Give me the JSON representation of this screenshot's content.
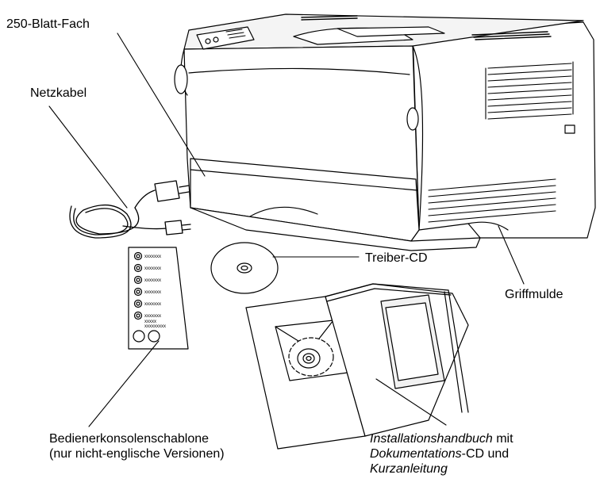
{
  "labels": {
    "tray": "250-Blatt-Fach",
    "power_cord": "Netzkabel",
    "driver_cd": "Treiber-CD",
    "handle": "Griffmulde",
    "template_line1": "Bedienerkonsolenschablone",
    "template_line2": "(nur nicht-englische Versionen)",
    "book_line1_italic": "Installationshandbuch",
    "book_line1_rest": " mit",
    "book_line2_italic": "Dokumentations",
    "book_line2_rest": "-CD und",
    "book_line3_italic": "Kurzanleitung"
  },
  "template_card": {
    "items": [
      "xxxxxxx",
      "xxxxxxx",
      "xxxxxxx",
      "xxxxxxx",
      "xxxxxxx",
      "xxxxxxx"
    ],
    "footer_line1": "xxxxx",
    "footer_line2": "xxxxxxxxx"
  },
  "colors": {
    "line": "#000000",
    "paper": "#ffffff",
    "shade": "#e8e8e8"
  }
}
